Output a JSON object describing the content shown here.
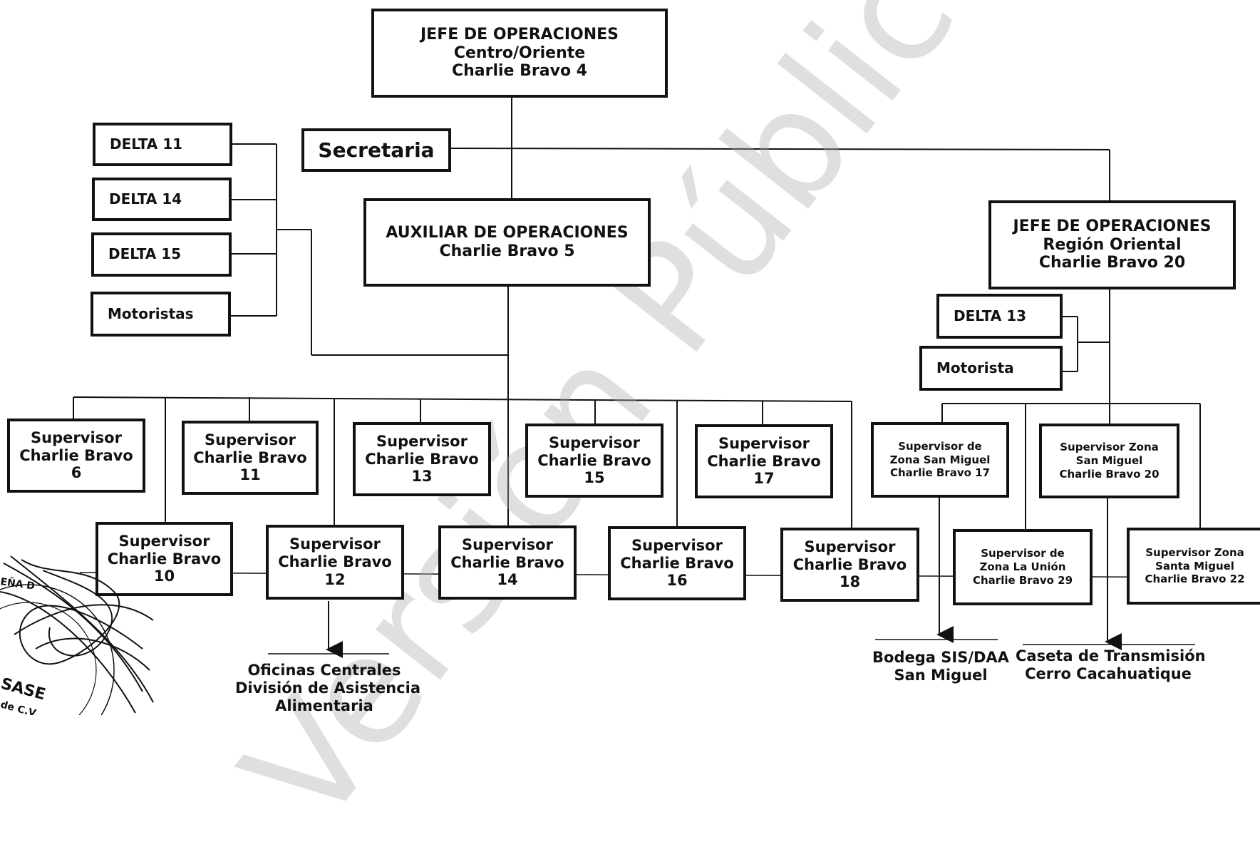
{
  "watermark": "Versión Pública",
  "stamp_partial_text": [
    "EÑA D",
    "SASE",
    "de C.V."
  ],
  "boxes": {
    "jefe_centro": [
      "JEFE DE OPERACIONES",
      "Centro/Oriente",
      "Charlie Bravo 4"
    ],
    "secretaria": [
      "Secretaria"
    ],
    "delta11": [
      "DELTA 11"
    ],
    "delta14": [
      "DELTA 14"
    ],
    "delta15": [
      "DELTA 15"
    ],
    "motoristas": [
      "Motoristas"
    ],
    "auxiliar": [
      "AUXILIAR DE OPERACIONES",
      "Charlie Bravo 5"
    ],
    "jefe_oriental": [
      "JEFE DE OPERACIONES",
      "Región Oriental",
      "Charlie Bravo 20"
    ],
    "delta13": [
      "DELTA 13"
    ],
    "motorista": [
      "Motorista"
    ],
    "sup6": [
      "Supervisor",
      "Charlie Bravo",
      "6"
    ],
    "sup11": [
      "Supervisor",
      "Charlie Bravo",
      "11"
    ],
    "sup13": [
      "Supervisor",
      "Charlie Bravo",
      "13"
    ],
    "sup15": [
      "Supervisor",
      "Charlie Bravo",
      "15"
    ],
    "sup17": [
      "Supervisor",
      "Charlie Bravo",
      "17"
    ],
    "sup10": [
      "Supervisor",
      "Charlie Bravo",
      "10"
    ],
    "sup12": [
      "Supervisor",
      "Charlie Bravo",
      "12"
    ],
    "sup14": [
      "Supervisor",
      "Charlie Bravo",
      "14"
    ],
    "sup16": [
      "Supervisor",
      "Charlie Bravo",
      "16"
    ],
    "sup18": [
      "Supervisor",
      "Charlie Bravo",
      "18"
    ],
    "sup_sanmiguel17": [
      "Supervisor de",
      "Zona San Miguel",
      "Charlie Bravo 17"
    ],
    "sup_sanmiguel20": [
      "Supervisor Zona",
      "San Miguel",
      "Charlie Bravo 20"
    ],
    "sup_launion29": [
      "Supervisor de",
      "Zona La Unión",
      "Charlie Bravo 29"
    ],
    "sup_santamiguel22": [
      "Supervisor Zona",
      "Santa Miguel",
      "Charlie Bravo 22"
    ]
  },
  "labels": {
    "oficinas": [
      "Oficinas Centrales",
      "División de Asistencia",
      "Alimentaria"
    ],
    "bodega": [
      "Bodega SIS/DAA",
      "San Miguel"
    ],
    "caseta": [
      "Caseta de Transmisión",
      "Cerro Cacahuatique"
    ]
  }
}
